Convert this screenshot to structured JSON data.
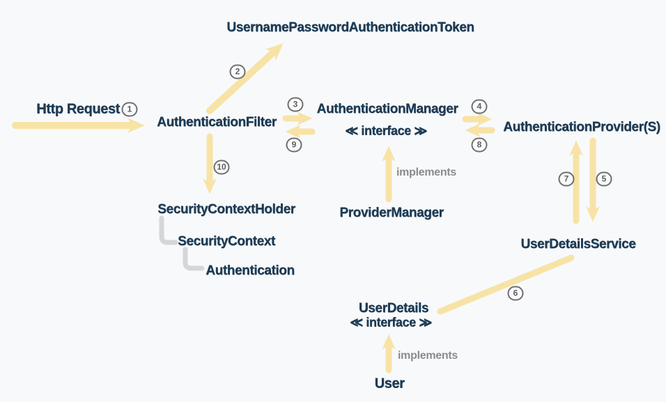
{
  "colors": {
    "background": "#f8f9fb",
    "node_text": "#1e3c55",
    "arrow_yellow": "#f7e3a5",
    "badge_gray": "#6f6f6f",
    "muted_gray": "#8b8b8b",
    "connector_gray": "#d5d6d8"
  },
  "nodes": {
    "token": {
      "label": "UsernamePasswordAuthenticationToken"
    },
    "http_request": {
      "label": "Http Request"
    },
    "auth_filter": {
      "label": "AuthenticationFilter"
    },
    "auth_manager": {
      "label": "AuthenticationManager",
      "stereotype": "≪ interface ≫"
    },
    "auth_provider": {
      "label": "AuthenticationProvider(S)"
    },
    "security_context_holder": {
      "label": "SecurityContextHolder"
    },
    "security_context": {
      "label": "SecurityContext"
    },
    "authentication": {
      "label": "Authentication"
    },
    "provider_manager": {
      "label": "ProviderManager"
    },
    "user_details_service": {
      "label": "UserDetailsService"
    },
    "user_details": {
      "label": "UserDetails",
      "stereotype": "≪ interface ≫"
    },
    "user": {
      "label": "User"
    }
  },
  "edge_labels": {
    "provider_manager_implements": "implements",
    "user_implements": "implements"
  },
  "steps": {
    "s1": "1",
    "s2": "2",
    "s3": "3",
    "s4": "4",
    "s5": "5",
    "s6": "6",
    "s7": "7",
    "s8": "8",
    "s9": "9",
    "s10": "10"
  }
}
